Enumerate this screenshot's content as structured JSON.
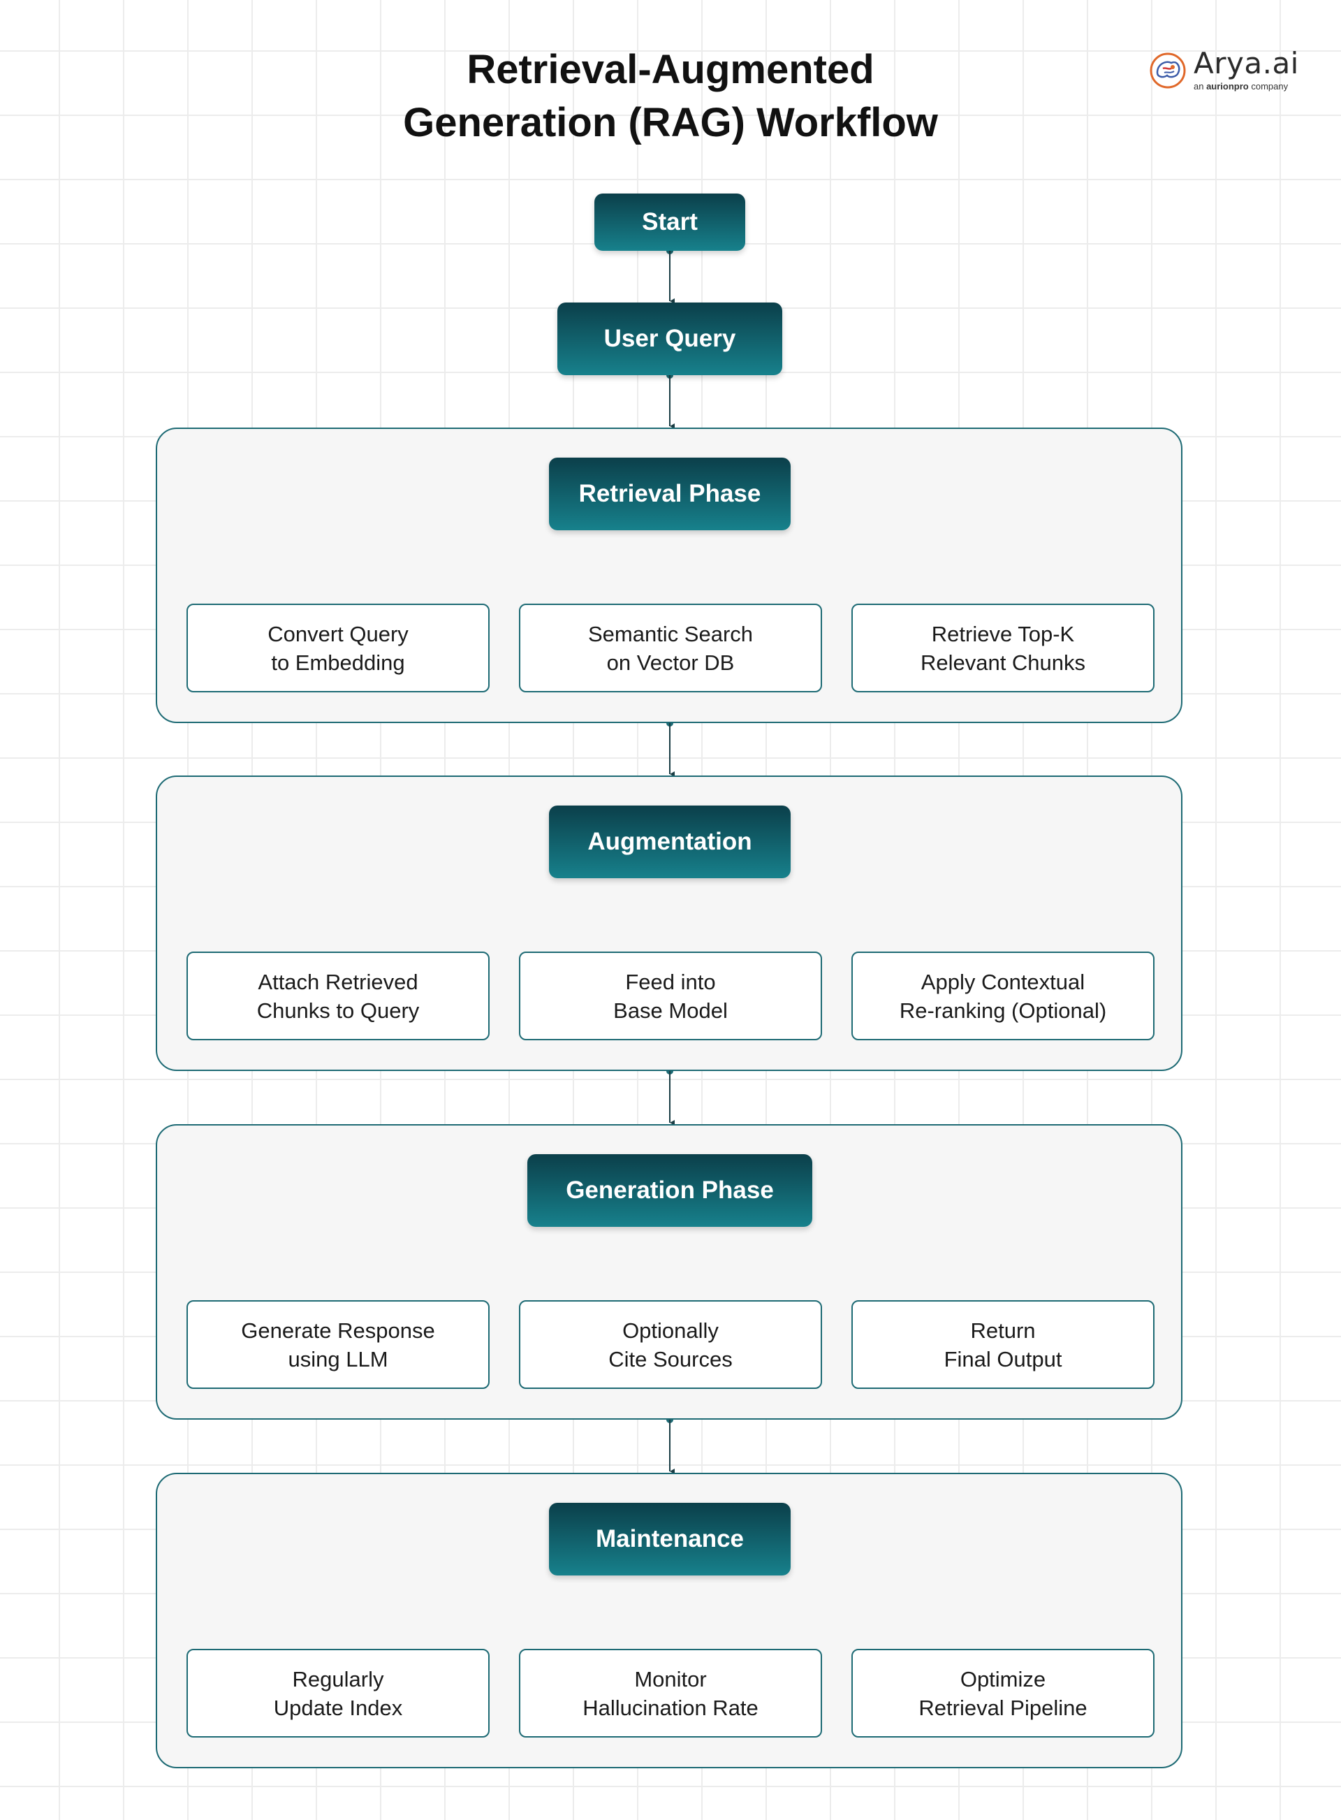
{
  "title": {
    "line1": "Retrieval-Augmented",
    "line2": "Generation (RAG) Workflow"
  },
  "logo": {
    "name": "Arya.ai",
    "tagline_prefix": "an ",
    "tagline_brand": "aurionpro",
    "tagline_suffix": " company"
  },
  "start": {
    "label": "Start"
  },
  "user_query": {
    "label": "User Query"
  },
  "phases": [
    {
      "label": "Retrieval Phase",
      "tasks": [
        {
          "line1": "Convert Query",
          "line2": "to Embedding"
        },
        {
          "line1": "Semantic Search",
          "line2": "on Vector DB"
        },
        {
          "line1": "Retrieve Top-K",
          "line2": "Relevant Chunks"
        }
      ]
    },
    {
      "label": "Augmentation",
      "tasks": [
        {
          "line1": "Attach Retrieved",
          "line2": "Chunks to Query"
        },
        {
          "line1": "Feed into",
          "line2": "Base Model"
        },
        {
          "line1": "Apply Contextual",
          "line2": "Re-ranking (Optional)"
        }
      ]
    },
    {
      "label": "Generation Phase",
      "tasks": [
        {
          "line1": "Generate Response",
          "line2": "using LLM"
        },
        {
          "line1": "Optionally",
          "line2": "Cite Sources"
        },
        {
          "line1": "Return",
          "line2": "Final Output"
        }
      ]
    },
    {
      "label": "Maintenance",
      "tasks": [
        {
          "line1": "Regularly",
          "line2": "Update Index"
        },
        {
          "line1": "Monitor",
          "line2": "Hallucination Rate"
        },
        {
          "line1": "Optimize",
          "line2": "Retrieval Pipeline"
        }
      ]
    }
  ],
  "colors": {
    "pill_top": "#0b3f4a",
    "pill_bottom": "#17818c",
    "border": "#1d6a74",
    "panel_bg": "#f6f6f6",
    "connector": "#1a3d44"
  }
}
